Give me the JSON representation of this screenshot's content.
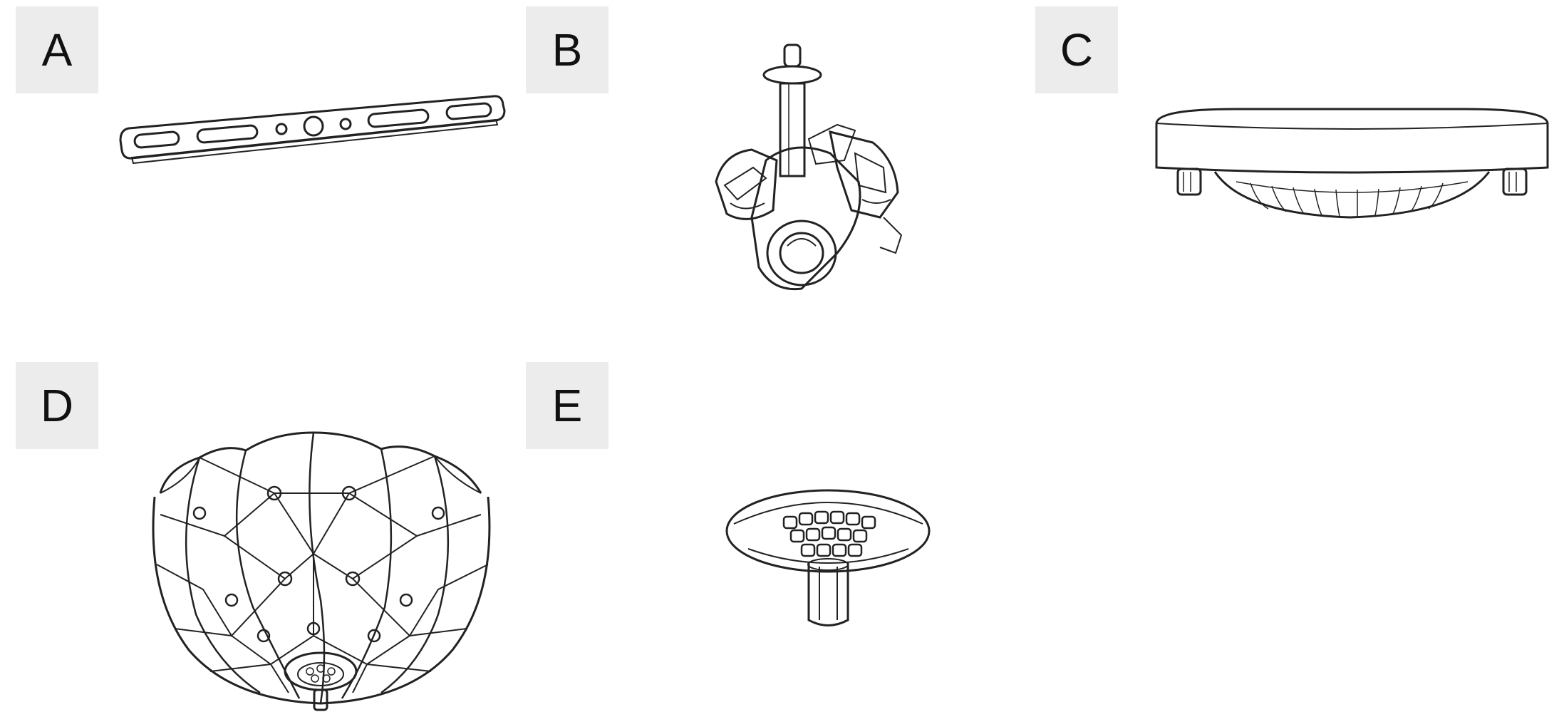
{
  "parts": [
    {
      "label": "A",
      "icon": "mounting-bar-icon"
    },
    {
      "label": "B",
      "icon": "socket-cluster-icon"
    },
    {
      "label": "C",
      "icon": "ceiling-canopy-icon"
    },
    {
      "label": "D",
      "icon": "tiffany-glass-shade-icon"
    },
    {
      "label": "E",
      "icon": "finial-cap-icon"
    }
  ],
  "colors": {
    "label_background": "#ececec",
    "line": "#222222"
  }
}
